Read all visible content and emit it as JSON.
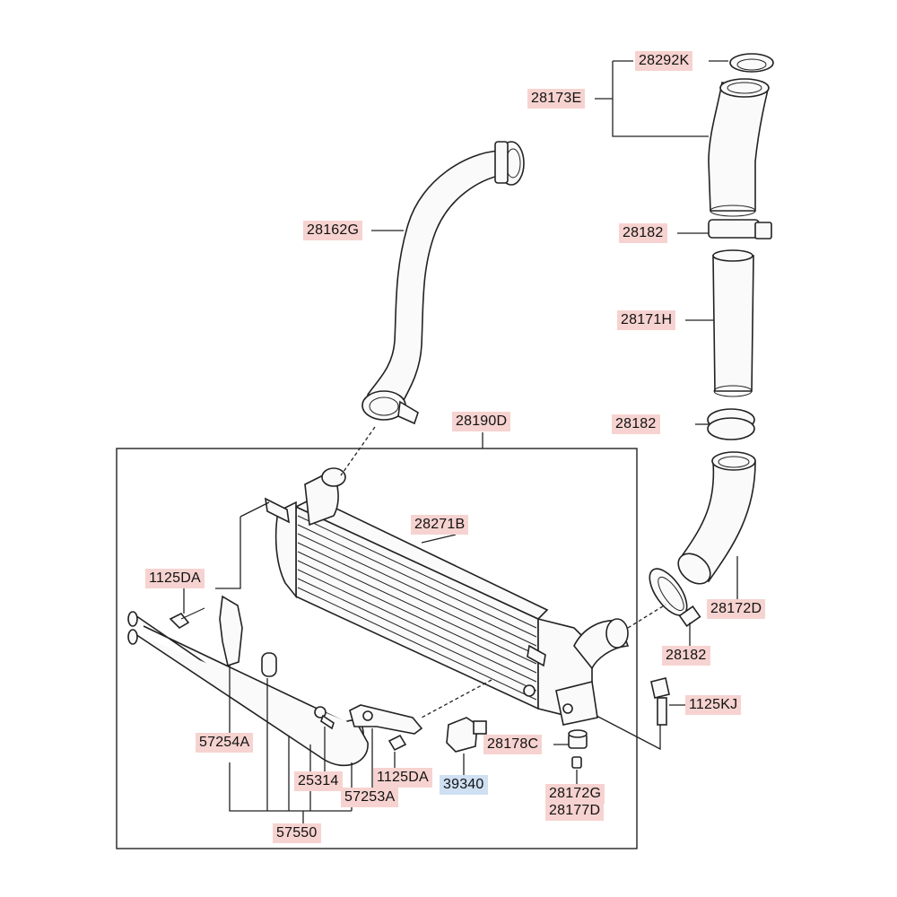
{
  "labels": {
    "l_28292K": "28292K",
    "l_28173E": "28173E",
    "l_28162G": "28162G",
    "l_28182_a": "28182",
    "l_28171H": "28171H",
    "l_28182_b": "28182",
    "l_28190D": "28190D",
    "l_28271B": "28271B",
    "l_1125DA_a": "1125DA",
    "l_28172D": "28172D",
    "l_28182_c": "28182",
    "l_1125KJ": "1125KJ",
    "l_57254A": "57254A",
    "l_28178C": "28178C",
    "l_25314": "25314",
    "l_1125DA_b": "1125DA",
    "l_57253A": "57253A",
    "l_39340": "39340",
    "l_28172G": "28172G",
    "l_28177D": "28177D",
    "l_57550": "57550"
  },
  "colors": {
    "label_fill": "#f6d3d0",
    "label_fill_highlight": "#cfe0f3",
    "line": "#222222"
  }
}
